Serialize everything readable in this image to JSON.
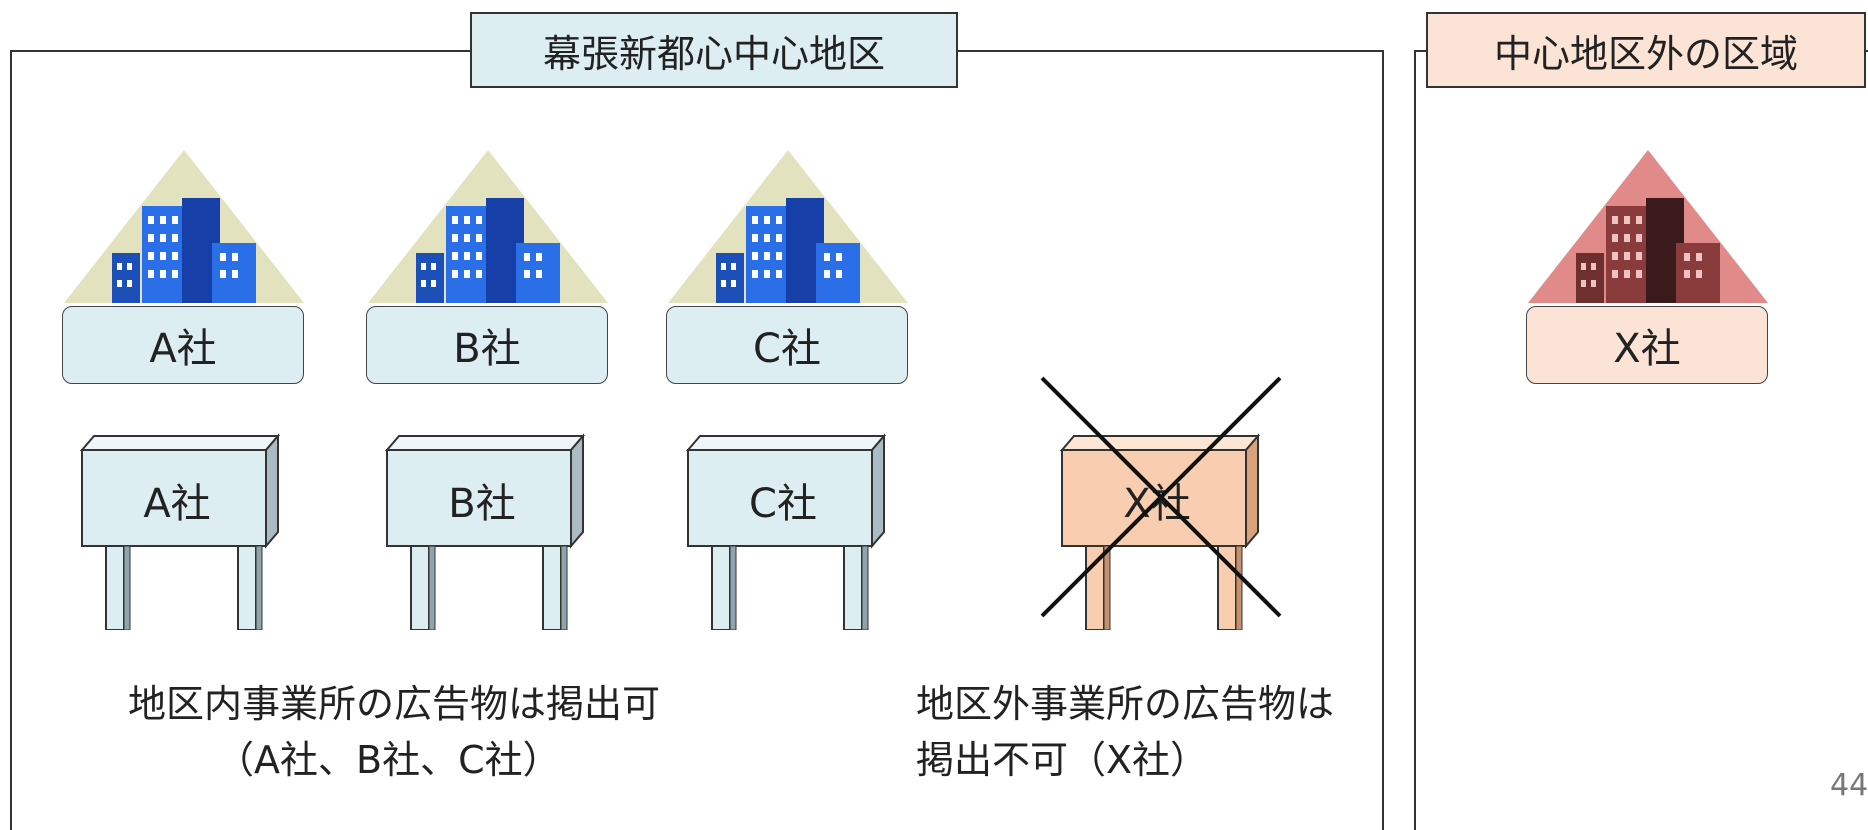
{
  "zones": {
    "inner_title": "幕張新都心中心地区",
    "outer_title": "中心地区外の区域"
  },
  "companies": [
    {
      "name": "A社"
    },
    {
      "name": "B社"
    },
    {
      "name": "C社"
    }
  ],
  "outside_company": "X社",
  "signs": [
    "A社",
    "B社",
    "C社",
    "X社"
  ],
  "captions": {
    "allowed_line1": "地区内事業所の広告物は掲出可",
    "allowed_line2": "（A社、B社、C社）",
    "forbidden_line1": "地区外事業所の広告物は",
    "forbidden_line2": "掲出不可（X社）"
  },
  "page_number": "44",
  "colors": {
    "inner_fill": "#ddeef3",
    "outer_fill": "#fbe4d5",
    "building_blue": "#2b6fe8",
    "building_red": "#8a3c3c",
    "diamond_inner": "#e3e2bf",
    "diamond_outer": "#e08a8a"
  }
}
